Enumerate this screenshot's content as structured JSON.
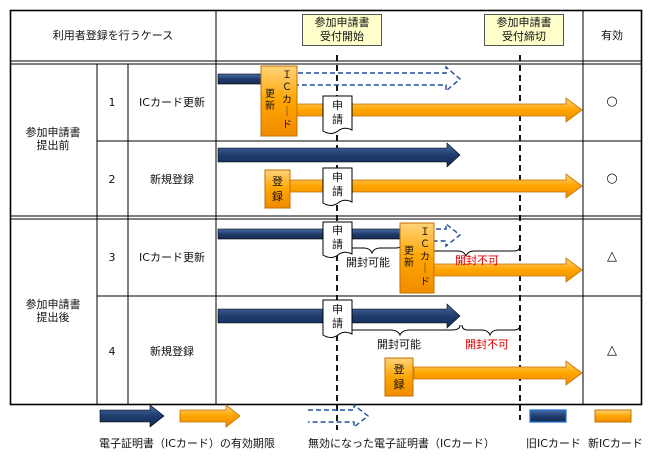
{
  "header": {
    "case_label": "利用者登録を行うケース",
    "start_label_1": "参加申請書",
    "start_label_2": "受付開始",
    "end_label_1": "参加申請書",
    "end_label_2": "受付締切",
    "valid_label": "有効"
  },
  "groups": [
    {
      "label_1": "参加申請書",
      "label_2": "提出前"
    },
    {
      "label_1": "参加申請書",
      "label_2": "提出後"
    }
  ],
  "rows": [
    {
      "number": "1",
      "case": "ICカード更新",
      "result": "○"
    },
    {
      "number": "2",
      "case": "新規登録",
      "result": "○"
    },
    {
      "number": "3",
      "case": "ICカード更新",
      "result": "△"
    },
    {
      "number": "4",
      "case": "新規登録",
      "result": "△"
    }
  ],
  "boxes": {
    "ic_update_chars": [
      "Ｉ",
      "Ｃ",
      "カ",
      "｜",
      "ド"
    ],
    "ic_update_chars_2": [
      "更",
      "新"
    ],
    "apply_chars": [
      "申",
      "請"
    ],
    "register_chars": [
      "登",
      "録"
    ]
  },
  "notes": {
    "openable": "開封可能",
    "not_openable": "開封不可"
  },
  "legend": {
    "validity": "電子証明書（ICカード）の有効期限",
    "invalid": "無効になった電子証明書（ICカード）",
    "old_card": "旧ICカード",
    "new_card": "新ICカード"
  },
  "colors": {
    "old_card": "#1f3c6e",
    "new_card": "#ffa500",
    "outline": "#000000"
  }
}
